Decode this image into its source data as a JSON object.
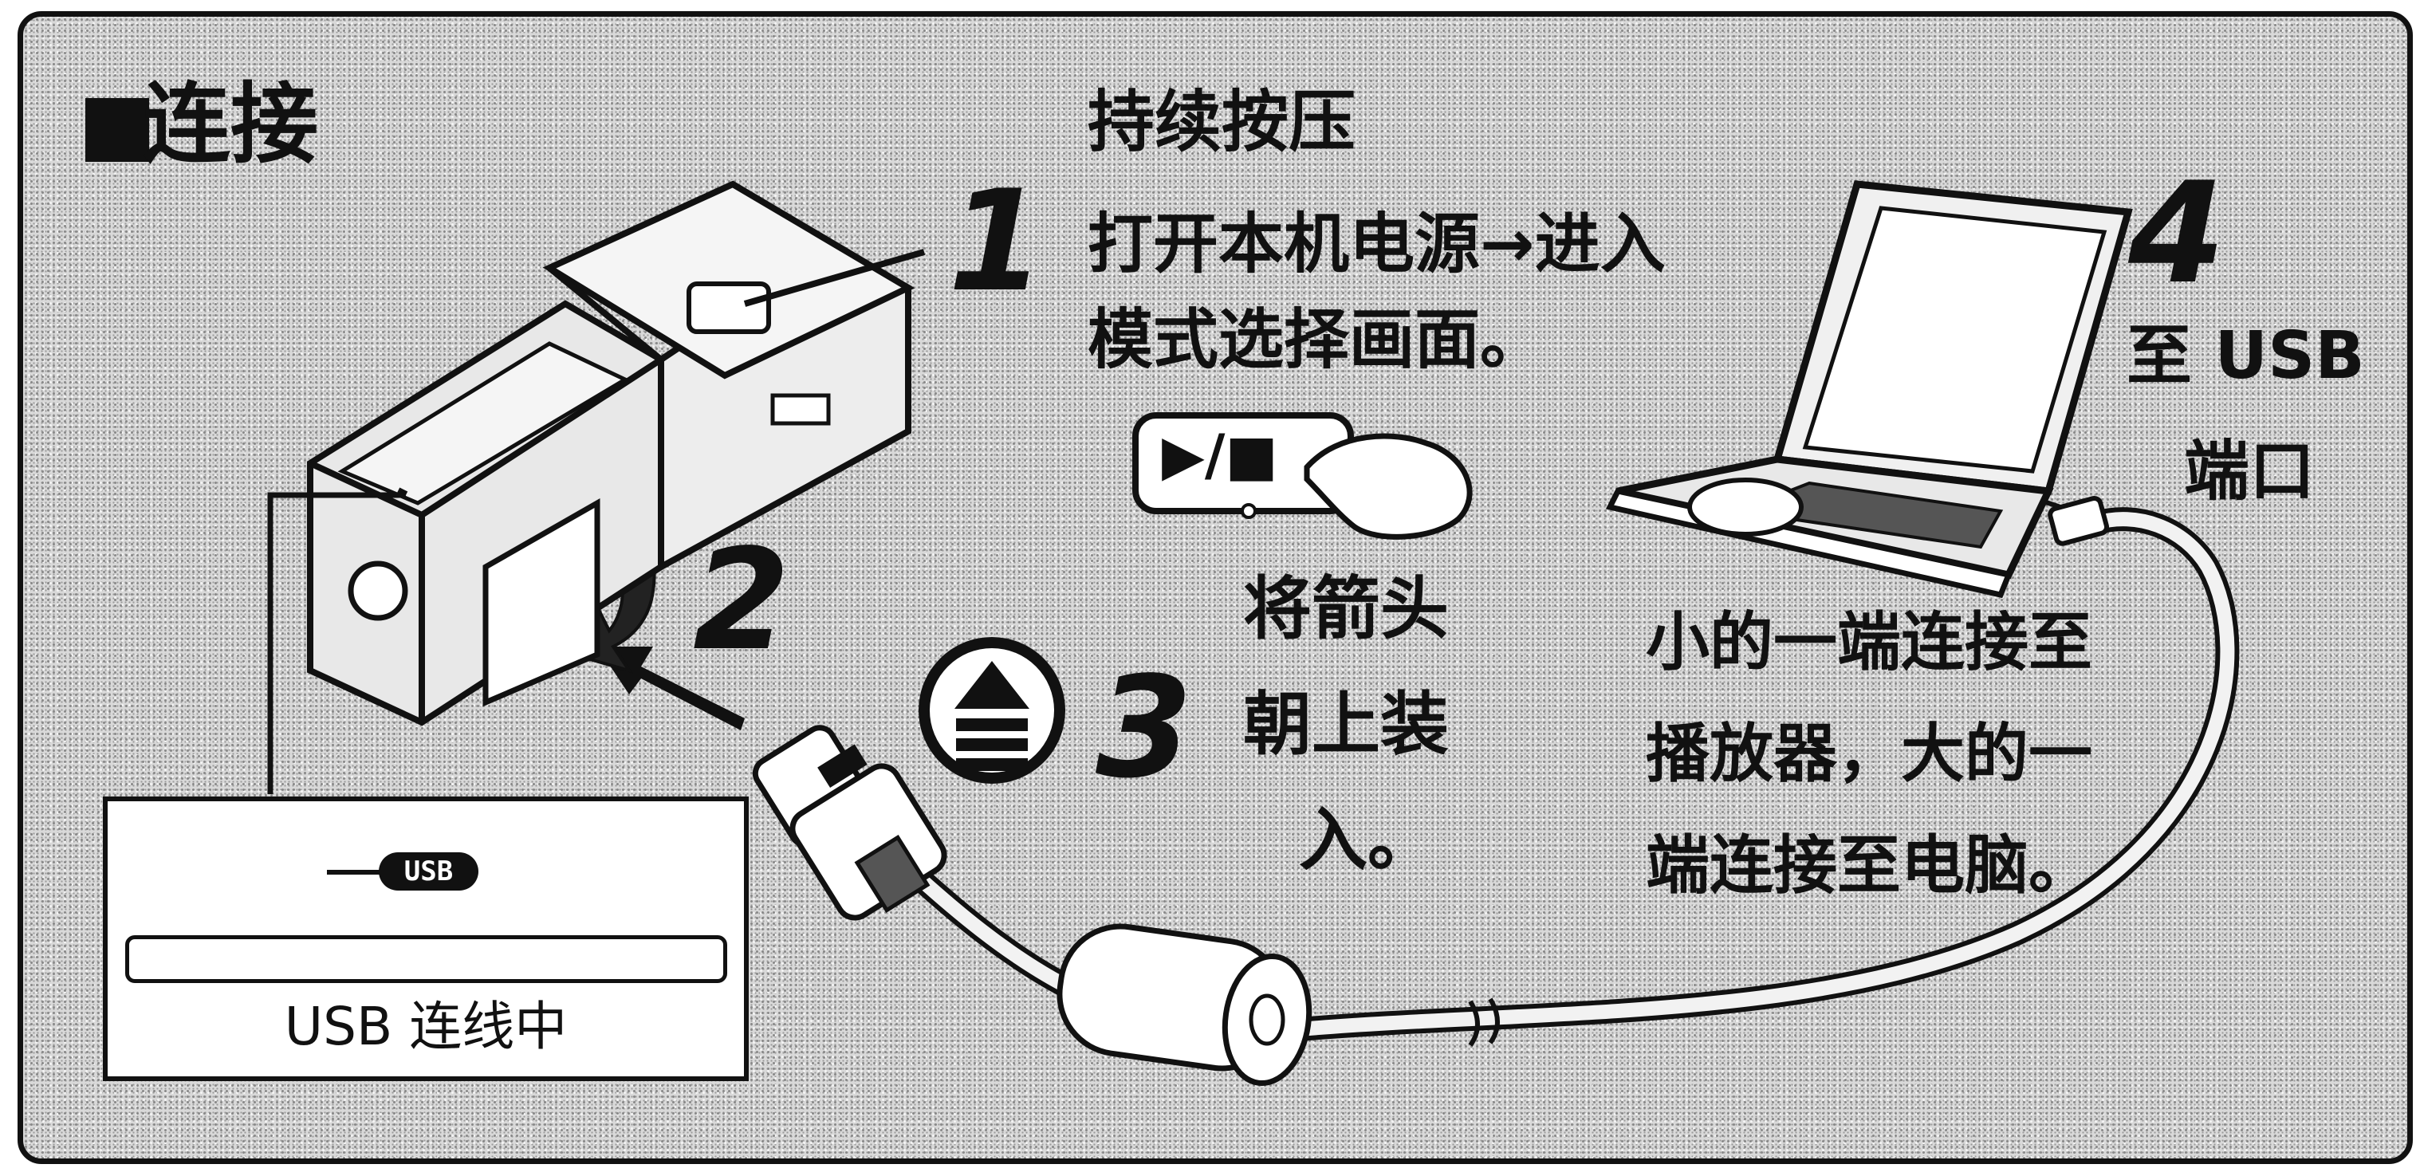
{
  "title": "连接",
  "press_label": "持续按压",
  "steps": {
    "one_line1": "打开本机电源→进入",
    "one_line2": "模式选择画面。",
    "four_line1": "至 USB",
    "four_line2": "端口"
  },
  "step_numbers": [
    "1",
    "2",
    "3",
    "4"
  ],
  "arrow_note": [
    "将箭头",
    "朝上装",
    "入。"
  ],
  "cable_note": [
    "小的一端连接至",
    "播放器，大的一",
    "端连接至电脑。"
  ],
  "button_glyph": "▶/■",
  "player_screen": {
    "usb_badge": "USB",
    "status": "USB 连线中"
  },
  "colors": {
    "ink": "#111111",
    "paper": "#d9d9d9"
  },
  "icons": [
    "player-device-icon",
    "laptop-icon",
    "usb-cable-icon",
    "hand-press-icon",
    "up-arrow-icon",
    "rotate-arrow-icon"
  ]
}
